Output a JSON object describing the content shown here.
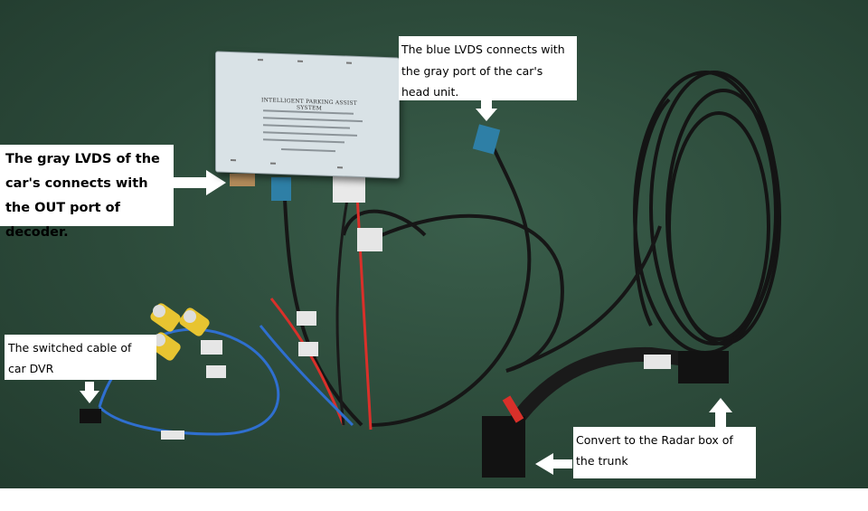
{
  "annotations": {
    "gray_lvds": "The gray LVDS of the car's connects with the OUT port of decoder.",
    "blue_lvds": "The blue LVDS connects with the gray port of the car's head unit.",
    "dvr_cable": "The switched cable of car DVR",
    "radar_box": "Convert to the Radar box of the trunk"
  },
  "decoder_box": {
    "title": "INTELLIGENT PARKING ASSIST SYSTEM"
  },
  "colors": {
    "background": "#2c4a3a",
    "note_bg": "#ffffff",
    "arrow": "#ffffff",
    "lvds_blue": "#2e7fa6",
    "rca_yellow": "#e8c431",
    "wire_red": "#d9302a",
    "wire_blue": "#2f6fcf"
  }
}
